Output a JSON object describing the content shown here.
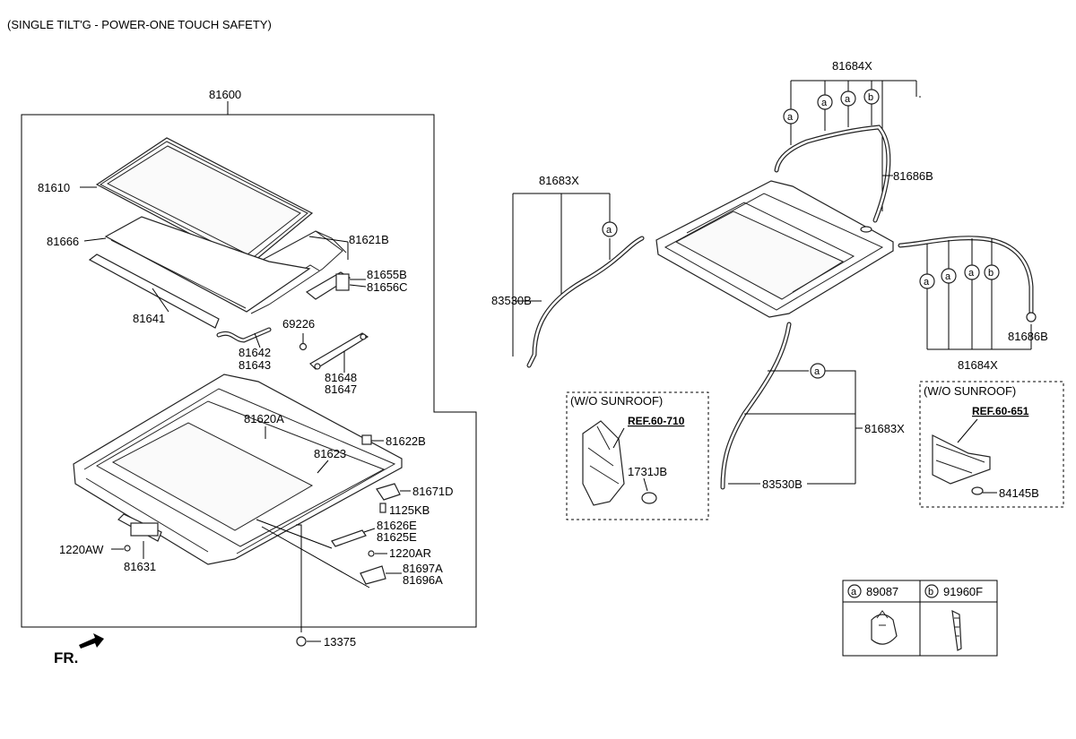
{
  "header": {
    "title": "(SINGLE TILT'G - POWER-ONE TOUCH SAFETY)"
  },
  "front_label": "FR.",
  "labels": {
    "assembly": "81600",
    "glass": "81610",
    "deflector": "81666",
    "deflector_strip": "81641",
    "frame_cover": "81621B",
    "bracket_b": "81655B",
    "bracket_c": "81656C",
    "clip_69226": "69226",
    "hose_81642": "81642",
    "hose_81643": "81643",
    "rail_81648": "81648",
    "rail_81647": "81647",
    "frame": "81620A",
    "frame_81623": "81623",
    "part_81622B": "81622B",
    "part_81671D": "81671D",
    "bolt_1125KB": "1125KB",
    "part_81626E": "81626E",
    "part_81625E": "81625E",
    "bolt_1220AR": "1220AR",
    "part_81697A": "81697A",
    "part_81696A": "81696A",
    "bolt_1220AW": "1220AW",
    "motor": "81631",
    "nut_13375": "13375",
    "hose_front_left": "81683X",
    "grommet_left": "83530B",
    "hose_rear_top": "81684X",
    "rear_drain_top": "81686B",
    "rear_drain_right": "81686B",
    "hose_rear_right": "81684X",
    "hose_front_right": "81683X",
    "grommet_right": "83530B"
  },
  "wo_sunroof_left": {
    "title": "(W/O SUNROOF)",
    "ref": "REF.60-710",
    "part": "1731JB"
  },
  "wo_sunroof_right": {
    "title": "(W/O SUNROOF)",
    "ref": "REF.60-651",
    "part": "84145B"
  },
  "legend": {
    "a_letter": "a",
    "a_part": "89087",
    "b_letter": "b",
    "b_part": "91960F"
  },
  "callout_letters": {
    "fl": "a",
    "top": [
      "a",
      "a",
      "a",
      "b"
    ],
    "right": [
      "a",
      "a",
      "a",
      "b"
    ],
    "fr": "a"
  }
}
